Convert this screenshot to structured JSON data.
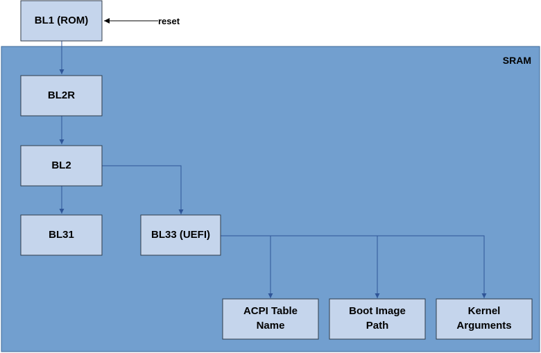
{
  "region": {
    "label": "SRAM"
  },
  "reset": {
    "label": "reset"
  },
  "nodes": {
    "bl1": {
      "lines": [
        "BL1 (ROM)"
      ]
    },
    "bl2r": {
      "lines": [
        "BL2R"
      ]
    },
    "bl2": {
      "lines": [
        "BL2"
      ]
    },
    "bl31": {
      "lines": [
        "BL31"
      ]
    },
    "bl33": {
      "lines": [
        "BL33 (UEFI)"
      ]
    },
    "acpi": {
      "lines": [
        "ACPI Table",
        "Name"
      ]
    },
    "boot": {
      "lines": [
        "Boot Image",
        "Path"
      ]
    },
    "kernel": {
      "lines": [
        "Kernel",
        "Arguments"
      ]
    }
  },
  "colors": {
    "region_fill": "#729fcf",
    "box_fill": "#c5d5ec",
    "arrow": "#2f5597"
  }
}
